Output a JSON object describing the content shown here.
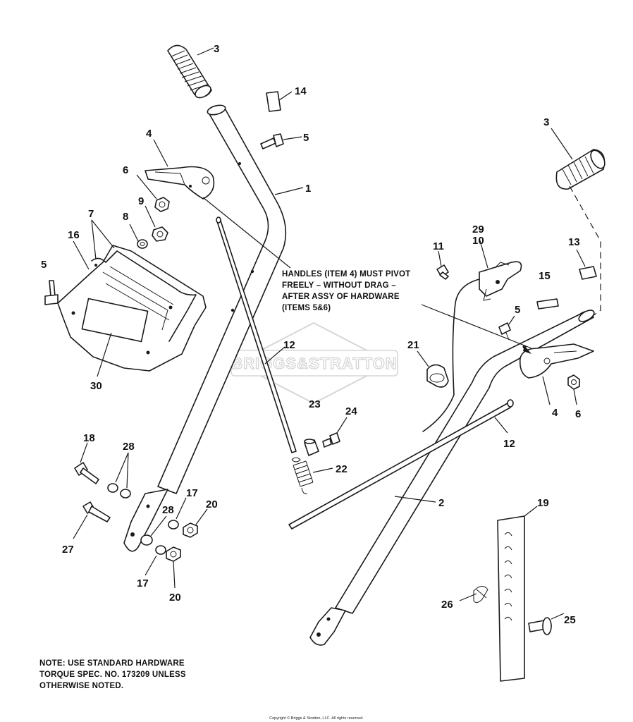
{
  "callout_note": {
    "lines": [
      "HANDLES (ITEM 4) MUST PIVOT",
      "FREELY – WITHOUT DRAG –",
      "AFTER ASSY OF HARDWARE",
      "(ITEMS 5&6)"
    ]
  },
  "footer_note": {
    "lines": [
      "NOTE:  USE STANDARD HARDWARE",
      "TORQUE SPEC. NO. 173209 UNLESS",
      "OTHERWISE NOTED."
    ]
  },
  "copyright": "Copyright © Briggs & Stratton, LLC. All rights reserved.",
  "watermark": "BRIGGS&STRATTON",
  "part_labels": {
    "grip_left": "3",
    "grip_right": "3",
    "decal_14": "14",
    "bolt_5_left": "5",
    "handle_4_left": "4",
    "nut_6_left": "6",
    "upper_handle_1": "1",
    "washer_9": "9",
    "washer_8": "8",
    "panel_7": "7",
    "panel_16": "16",
    "bolt_5_edge": "5",
    "decal_30": "30",
    "rod_12_left": "12",
    "spacer_23": "23",
    "bolt_24": "24",
    "spring_22": "22",
    "bolt_18": "18",
    "washer_28_top": "28",
    "bolt_27": "27",
    "lock_17_top": "17",
    "nut_20_top": "20",
    "washer_28_mid": "28",
    "lock_17_bottom": "17",
    "nut_20_bottom": "20",
    "control_29": "29",
    "control_10": "10",
    "bolt_11": "11",
    "decal_13": "13",
    "decal_15": "15",
    "bolt_5_right": "5",
    "clip_21": "21",
    "handle_4_right": "4",
    "nut_6_right": "6",
    "rod_12_right": "12",
    "lower_handle_2": "2",
    "bracket_19": "19",
    "pin_26": "26",
    "pin_25": "25"
  }
}
